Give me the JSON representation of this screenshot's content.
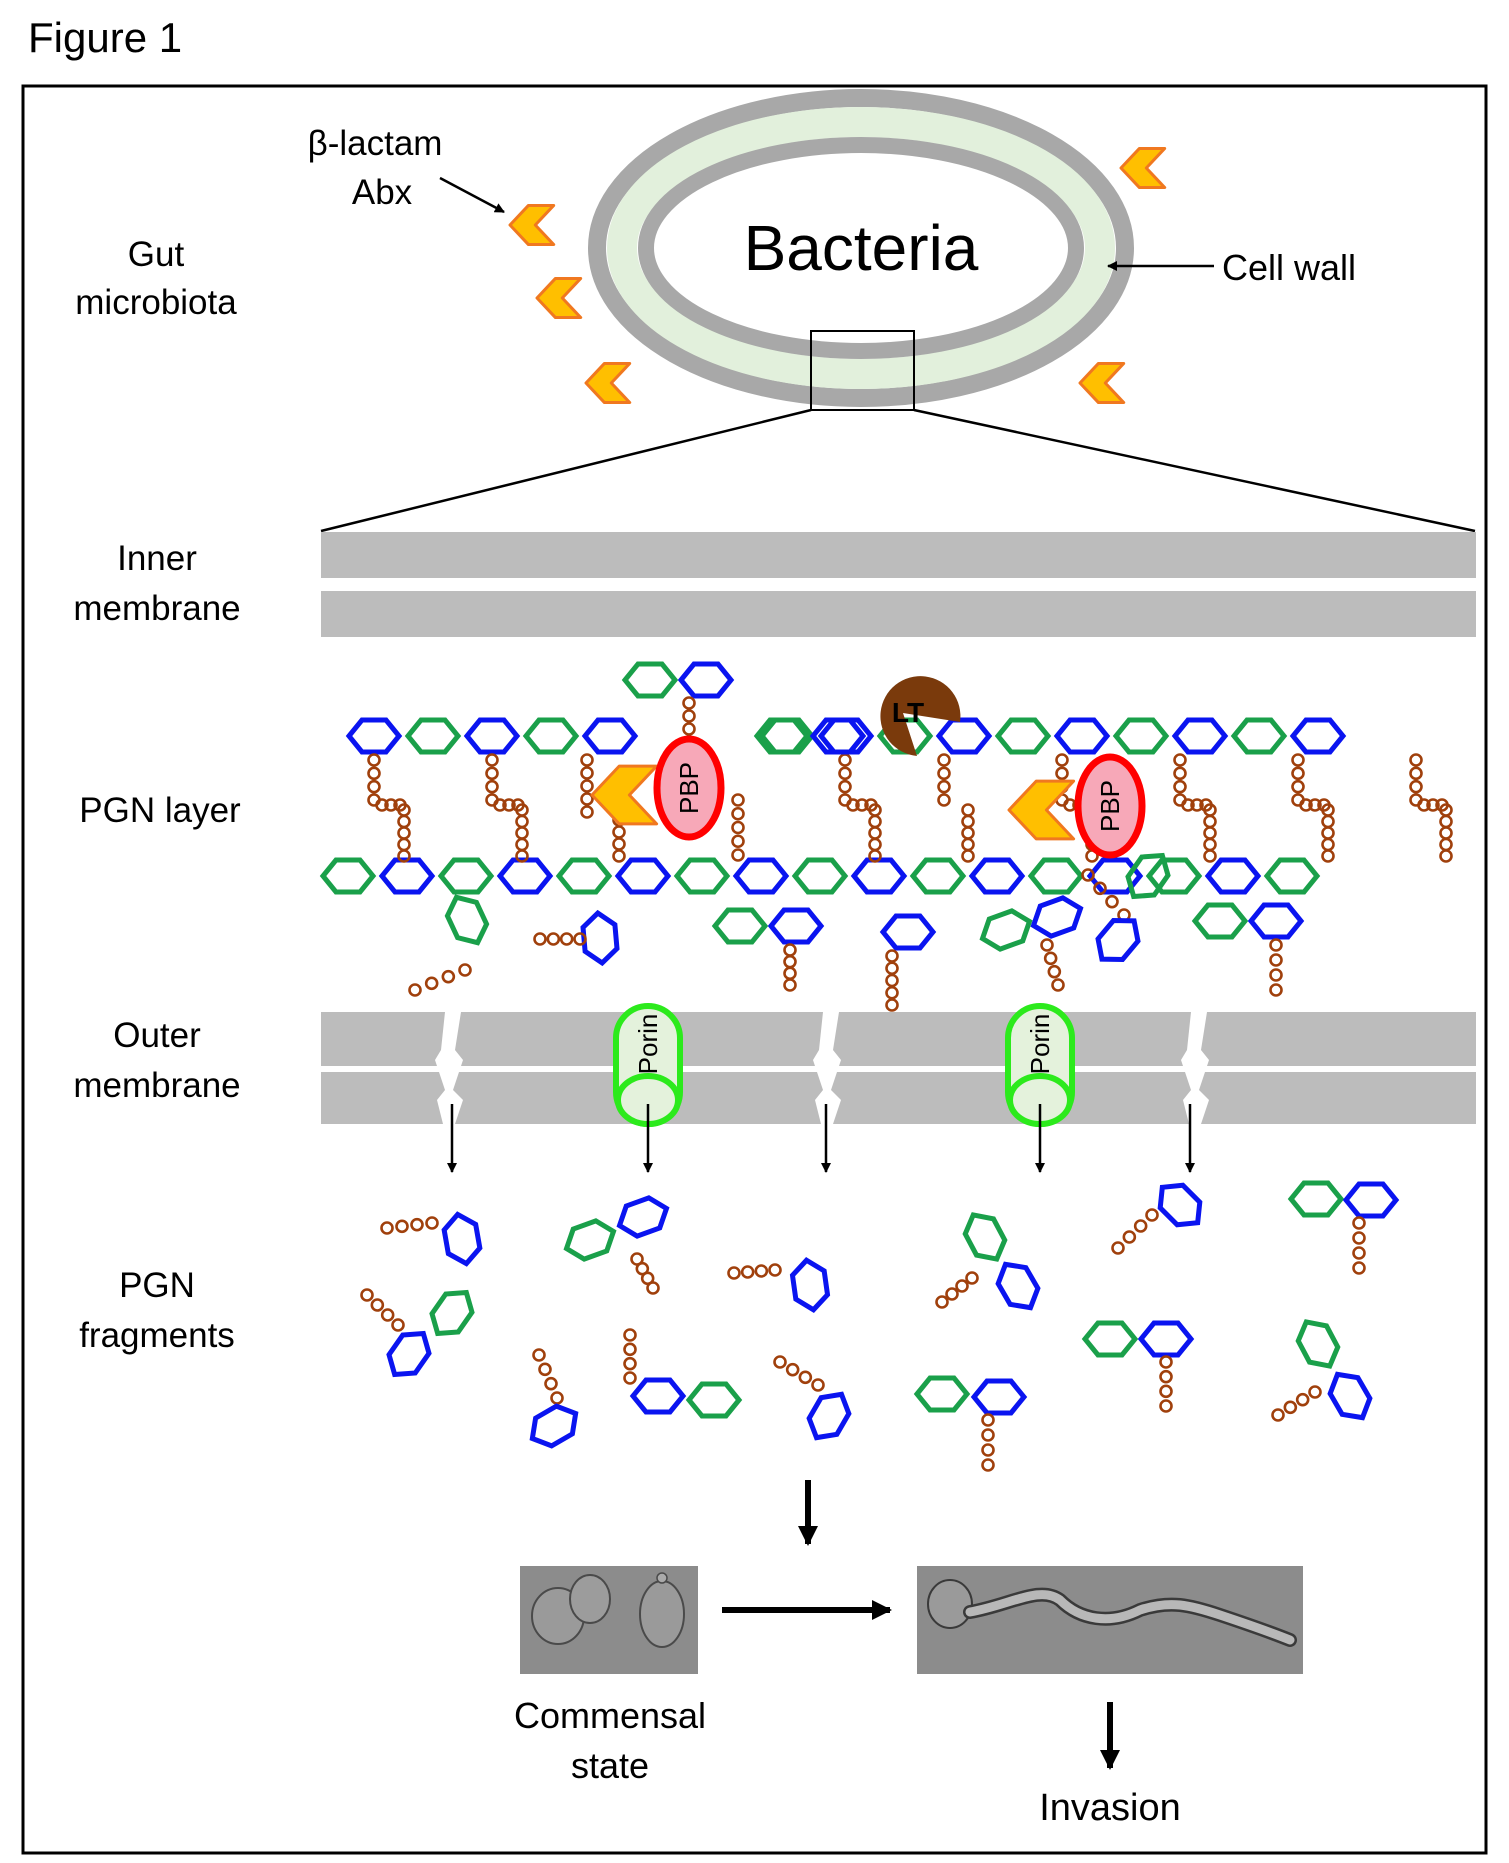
{
  "figure_title": "Figure 1",
  "top": {
    "region_label": [
      "Gut",
      "microbiota"
    ],
    "antibiotic_label": [
      "β-lactam",
      "Abx"
    ],
    "bacteria_label": "Bacteria",
    "cell_wall_label": "Cell wall"
  },
  "layers": {
    "inner_membrane": [
      "Inner",
      "membrane"
    ],
    "pgn_layer": [
      "PGN layer"
    ],
    "outer_membrane": [
      "Outer",
      "membrane"
    ],
    "pgn_fragments": [
      "PGN",
      "fragments"
    ]
  },
  "proteins": {
    "pbp": "PBP",
    "lt": "LT",
    "porin": "Porin"
  },
  "outcome": {
    "commensal_label": [
      "Commensal",
      "state"
    ],
    "invasion_label": "Invasion"
  },
  "legend_colors": {
    "glcnac_hexagon": "#1aa04a",
    "murnac_hexagon": "#0a14f0",
    "peptide_chain": "#a0400c",
    "antibiotic_fill": "#ffbf00",
    "antibiotic_outline": "#f07820",
    "pbp_fill": "#f7a8b8",
    "pbp_outline": "#ff0000",
    "lt_fill": "#7a3a0c",
    "porin_outline": "#2cea1c",
    "porin_fill": "#e4f2dc",
    "membrane": "#bcbcbc",
    "cell_wall_ring": "#a8a8a8",
    "cell_wall_fill": "#e2f0dc"
  }
}
